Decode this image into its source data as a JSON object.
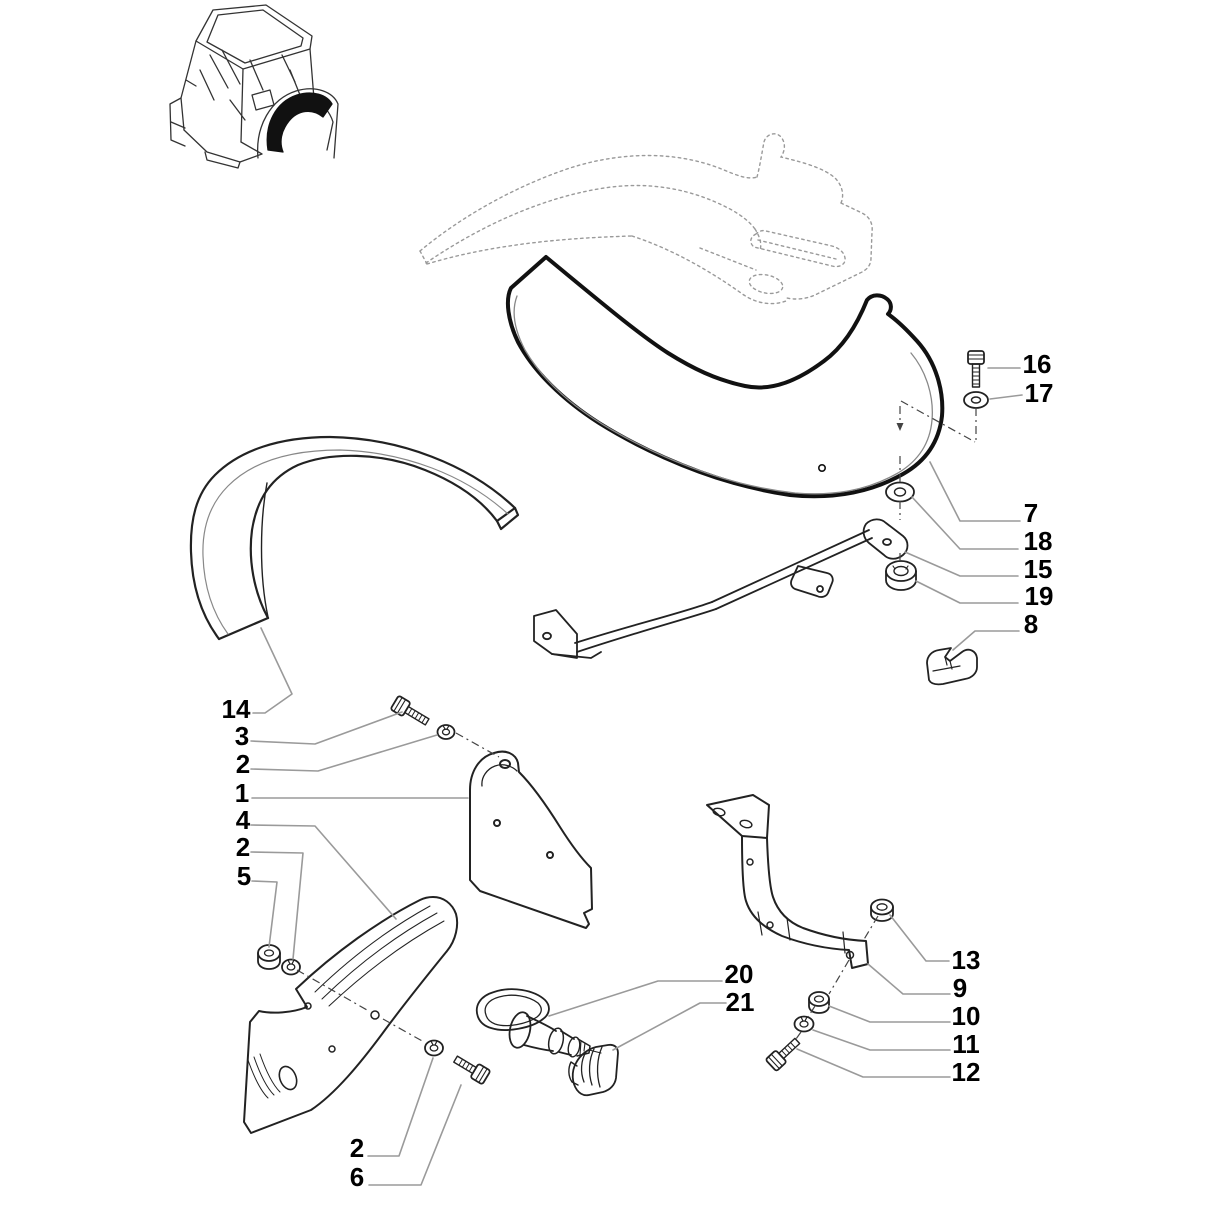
{
  "diagram_type": "exploded-parts-diagram",
  "colors": {
    "background": "#ffffff",
    "line": "#1c1c1c",
    "leader": "#9a9a9a",
    "ghost_outline": "#9a9a9a",
    "label_text": "#000000",
    "highlight_fill": "#111111"
  },
  "callouts": [
    {
      "label": "16"
    },
    {
      "label": "17"
    },
    {
      "label": "7"
    },
    {
      "label": "18"
    },
    {
      "label": "15"
    },
    {
      "label": "19"
    },
    {
      "label": "8"
    },
    {
      "label": "14"
    },
    {
      "label": "3"
    },
    {
      "label": "2"
    },
    {
      "label": "1"
    },
    {
      "label": "4"
    },
    {
      "label": "2"
    },
    {
      "label": "5"
    },
    {
      "label": "20"
    },
    {
      "label": "21"
    },
    {
      "label": "13"
    },
    {
      "label": "9"
    },
    {
      "label": "10"
    },
    {
      "label": "11"
    },
    {
      "label": "12"
    },
    {
      "label": "2"
    },
    {
      "label": "6"
    }
  ]
}
